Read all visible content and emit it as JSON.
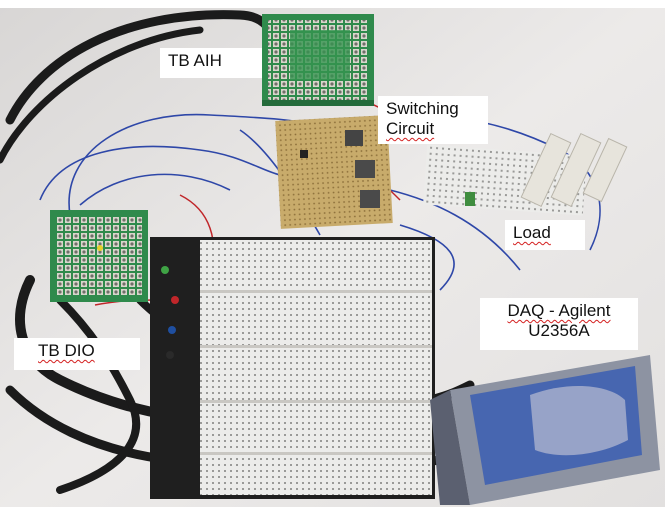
{
  "labels": {
    "tb_aih": "TB  AIH",
    "switching_line1": "Switching",
    "switching_line2": "Circuit",
    "load": "Load",
    "tb_dio": "TB  DIO",
    "daq_line1": "DAQ - Agilent",
    "daq_line2": "U2356A"
  },
  "colors": {
    "background": "#e9e7e6",
    "breadboard": "#ececea",
    "board_green": "#2f8a4c",
    "perfboard": "#c8ab6b",
    "daq_blue": "#4766b0",
    "daq_gray": "#8d93a2",
    "cable": "#1b1b1b",
    "wire_blue": "#2e47a8",
    "wire_red": "#c0262a"
  }
}
